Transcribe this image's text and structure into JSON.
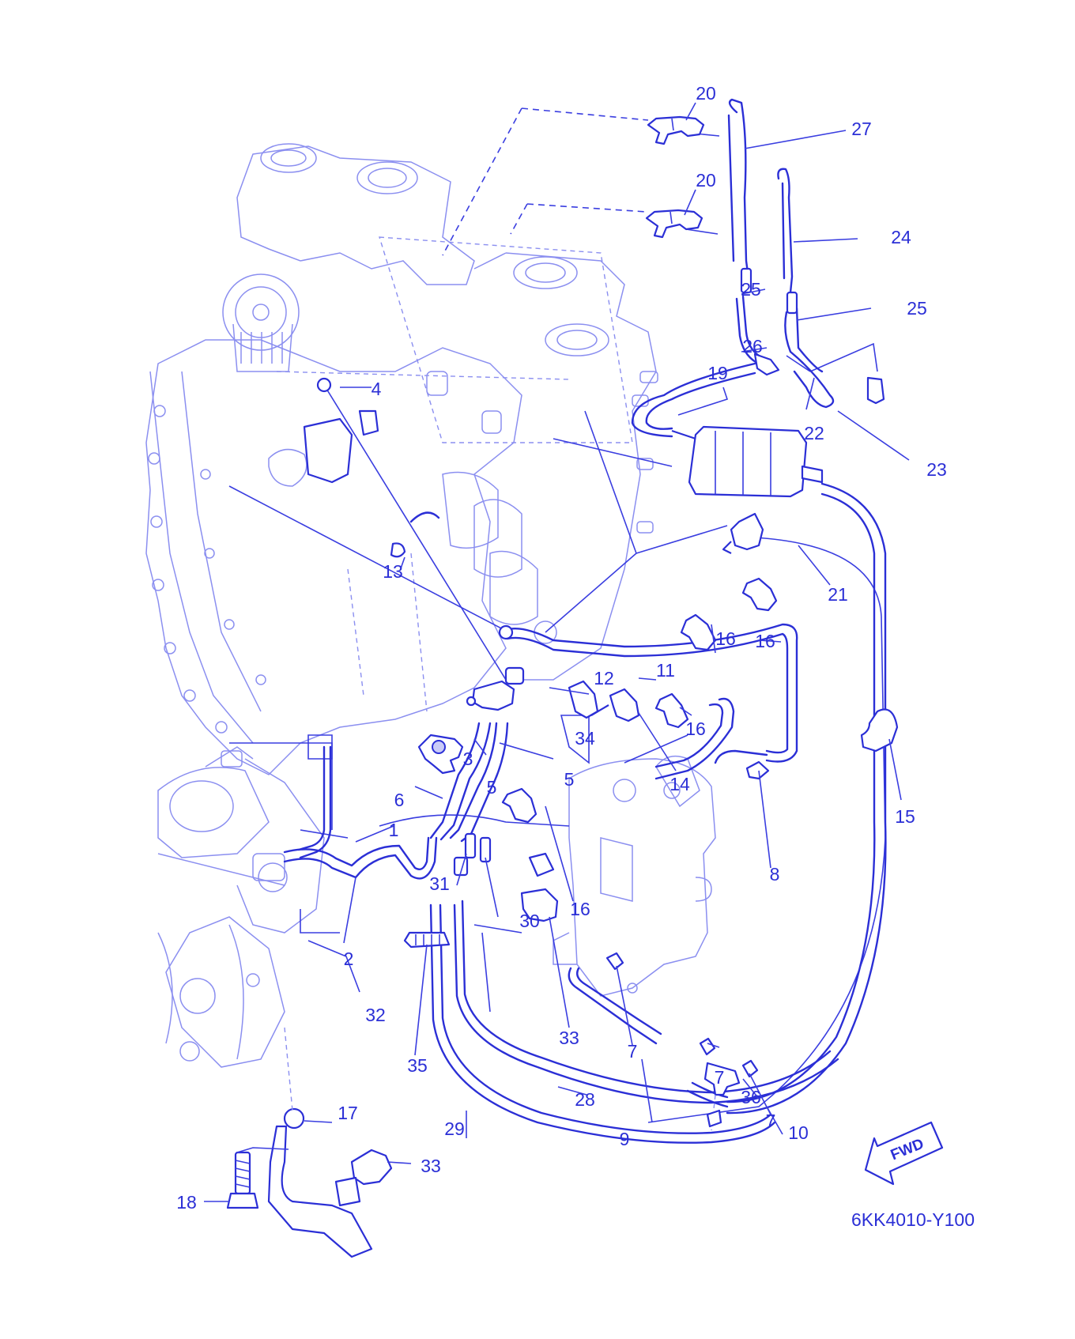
{
  "diagram_code": "6KK4010-Y100",
  "direction_label": "FWD",
  "callouts": [
    "20",
    "27",
    "20",
    "24",
    "25",
    "25",
    "26",
    "19",
    "4",
    "22",
    "23",
    "21",
    "13",
    "16",
    "16",
    "11",
    "12",
    "34",
    "16",
    "3",
    "5",
    "5",
    "14",
    "6",
    "15",
    "1",
    "8",
    "31",
    "16",
    "30",
    "2",
    "32",
    "33",
    "35",
    "7",
    "7",
    "36",
    "7",
    "28",
    "9",
    "10",
    "29",
    "17",
    "33",
    "18"
  ],
  "colors": {
    "ink": "#2b2fd6",
    "faint_ink": "#8b8ff0",
    "background": "#ffffff"
  }
}
